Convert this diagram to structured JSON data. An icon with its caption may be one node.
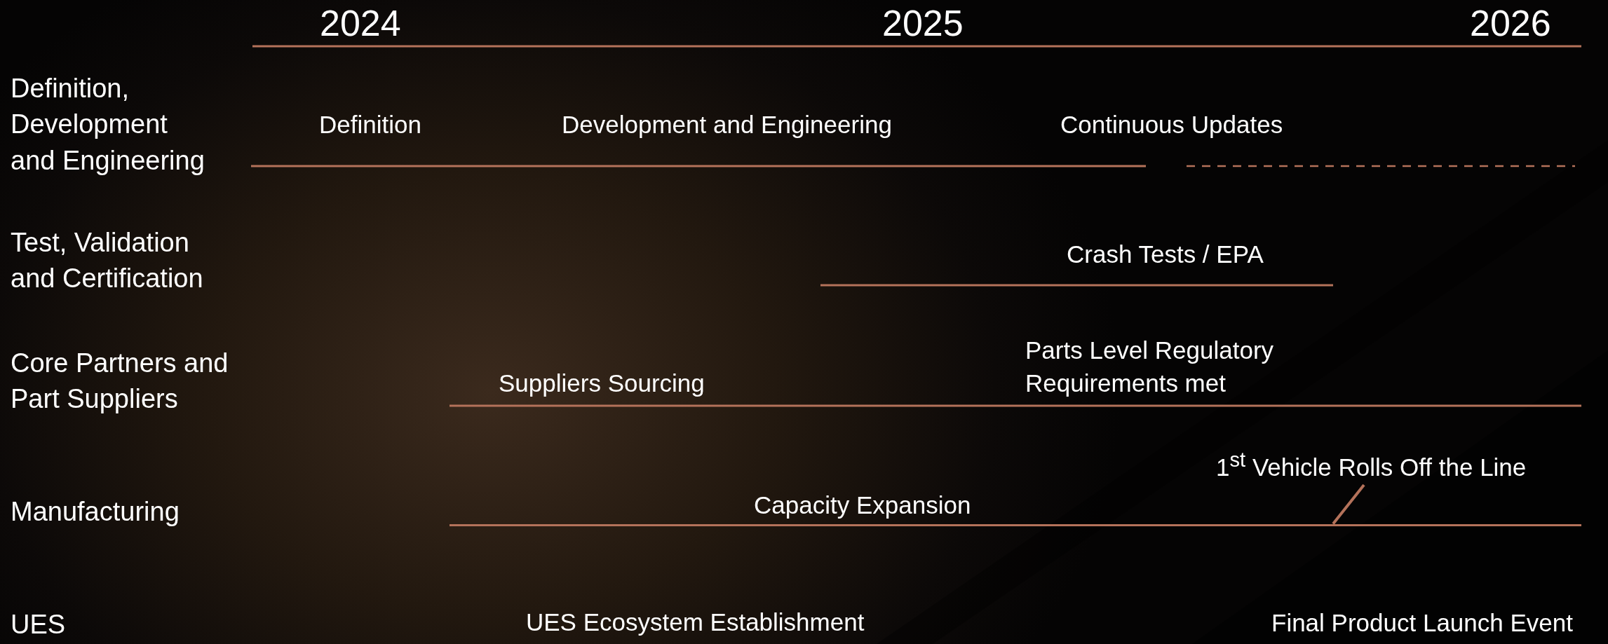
{
  "diagram": {
    "nodes": [
      {
        "text": [
          "1$^{st}$ Vehicle Rolls Off the Line"
        ]
      },
      {
        "text": [],
        "shape": "bar"
      }
    ],
    "edges": [
      {
        "from": 0,
        "to": 1,
        "arrow": "none"
      }
    ],
    "labels": [
      "2024",
      "2025",
      "2026",
      "Definition, Development and Engineering",
      "Definition",
      "Development and Engineering",
      "Continuous Updates",
      "Test, Validation and Certification",
      "Crash Tests / EPA",
      "Core Partners and Part Suppliers",
      "Parts Level Regulatory Requirements met",
      "Suppliers Sourcing",
      "Manufacturing",
      "Capacity Expansion",
      "UES",
      "UES Ecosystem Establishment",
      "Final Product Launch Event"
    ]
  }
}
